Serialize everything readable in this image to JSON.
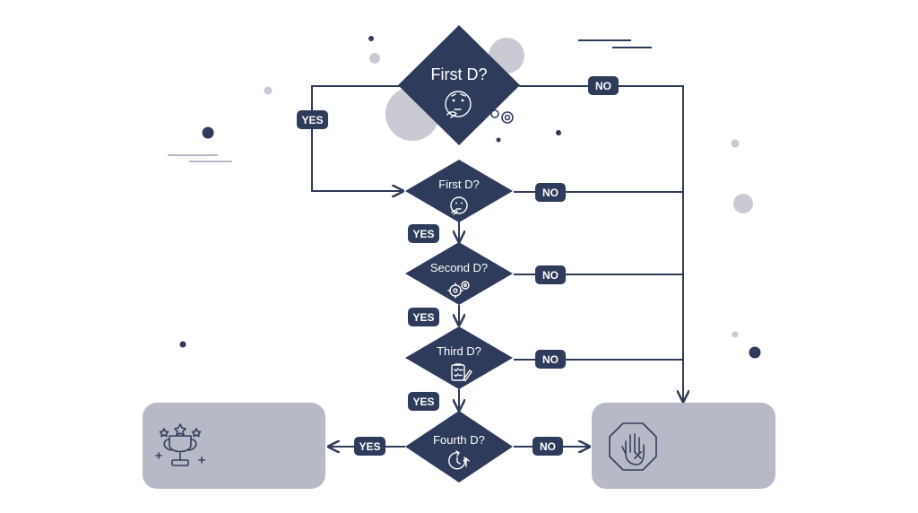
{
  "diagram": {
    "decisions": [
      {
        "label": "First D?"
      },
      {
        "label": "First D?"
      },
      {
        "label": "Second D?"
      },
      {
        "label": "Third D?"
      },
      {
        "label": "Fourth D?"
      }
    ],
    "yes_label": "YES",
    "no_label": "NO",
    "icons": {
      "d1": "thinking-face-icon",
      "d2": "thinking-face-icon",
      "d3": "gears-icon",
      "d4": "clipboard-checklist-icon",
      "d5": "clock-refresh-icon",
      "success": "trophy-icon",
      "failure": "stop-hand-icon"
    },
    "colors": {
      "node": "#2f3b5a",
      "edge": "#2f3b5a",
      "box": "#b7b9c6",
      "accent_gray": "#c9cad4"
    }
  }
}
